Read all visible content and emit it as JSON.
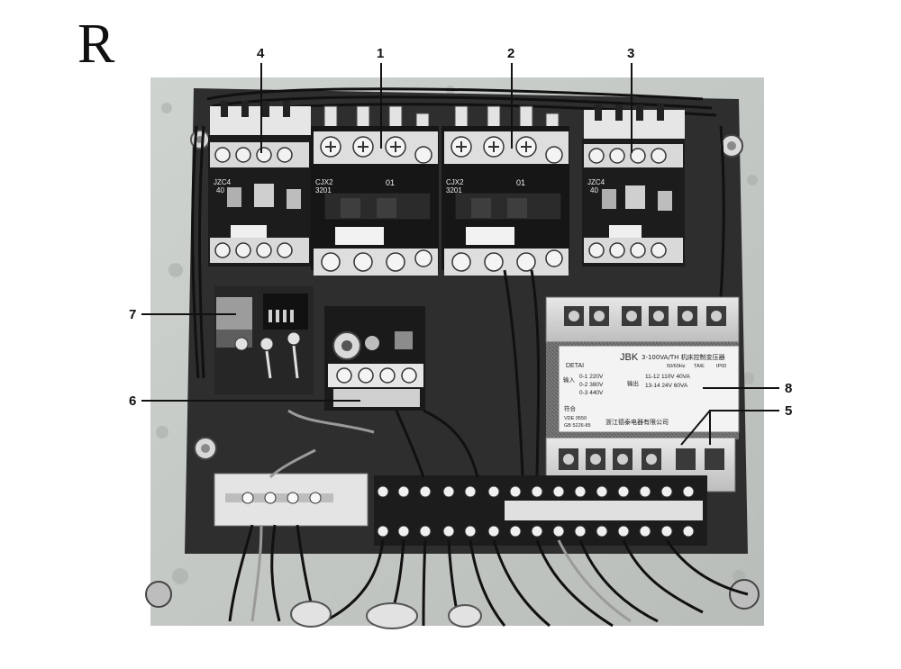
{
  "figure_letter": "R",
  "callouts": [
    {
      "id": "4",
      "label": "4"
    },
    {
      "id": "1",
      "label": "1"
    },
    {
      "id": "2",
      "label": "2"
    },
    {
      "id": "3",
      "label": "3"
    },
    {
      "id": "7",
      "label": "7"
    },
    {
      "id": "6",
      "label": "6"
    },
    {
      "id": "8",
      "label": "8"
    },
    {
      "id": "5",
      "label": "5"
    }
  ],
  "components": {
    "relay_left_model": "JZC4",
    "relay_left_rating": "40",
    "contactor_1_model": "CJX2",
    "contactor_1_number": "3201",
    "contactor_1_code": "01",
    "contactor_2_model": "CJX2",
    "contactor_2_number": "3201",
    "contactor_2_code": "01",
    "relay_right_model": "JZC4",
    "relay_right_rating": "40",
    "transformer_brand": "DETAI",
    "transformer_model": "JBK",
    "transformer_type": "3-100VA/TH 机床控制变压器",
    "transformer_freq": "50/60Hz",
    "transformer_class": "TA/E",
    "transformer_ip": "IP00",
    "transformer_in_label": "输入",
    "transformer_in_1": "0-1  220V",
    "transformer_in_2": "0-2  380V",
    "transformer_in_3": "0-3  440V",
    "transformer_out_label": "输出",
    "transformer_out_1": "11-12  110V  40VA",
    "transformer_out_2": "13-14  24V  60VA",
    "transformer_std_label": "符合",
    "transformer_std_1": "VDE 0550",
    "transformer_std_2": "GB 5226-85",
    "transformer_maker": "浙江德泰电器有限公司"
  }
}
